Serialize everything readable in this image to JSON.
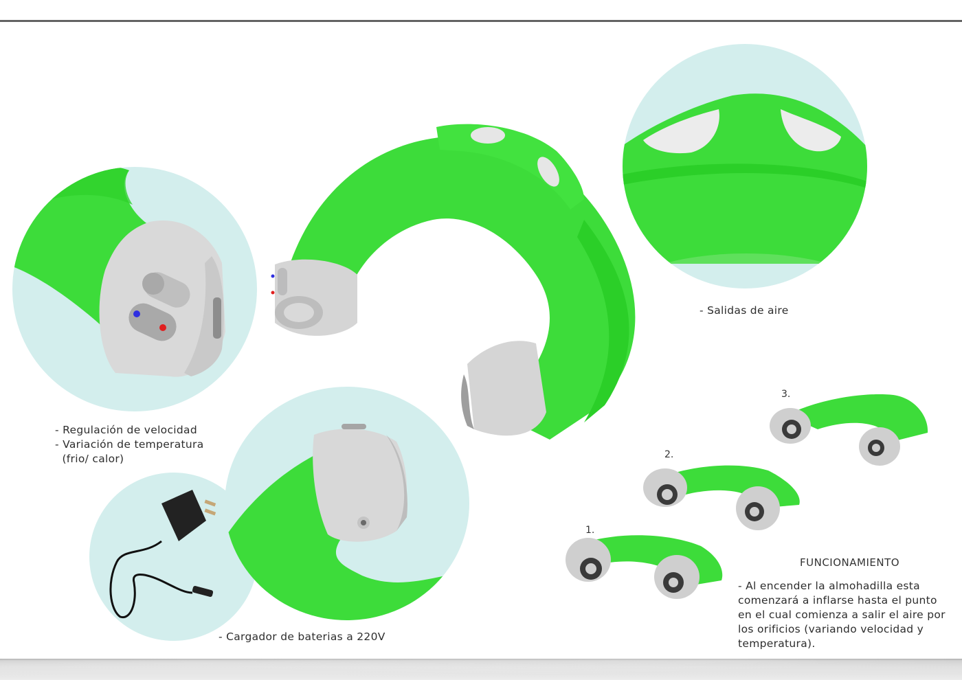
{
  "board": {
    "accent_green": "#3ddc3a",
    "circle_bg": "#d3eeed",
    "housing_gray": "#cfcfcf"
  },
  "callouts": {
    "controls": {
      "line1": "- Regulación de velocidad",
      "line2": "- Variación de temperatura",
      "line3": "  (frio/ calor)"
    },
    "air_outlets": "- Salidas de aire",
    "charger": "- Cargador de baterias a 220V"
  },
  "steps": {
    "step1": "1.",
    "step2": "2.",
    "step3": "3."
  },
  "operation": {
    "title": "FUNCIONAMIENTO",
    "lines": [
      "- Al encender la almohadilla esta",
      "comenzará a inflarse hasta el punto",
      "en el cual comienza a salir el aire por",
      "los orificios (variando velocidad y",
      "temperatura)."
    ]
  },
  "icons": {
    "blue_indicator": "cold-indicator-dot",
    "red_indicator": "heat-indicator-dot",
    "speed_slider": "speed-slider-switch"
  }
}
